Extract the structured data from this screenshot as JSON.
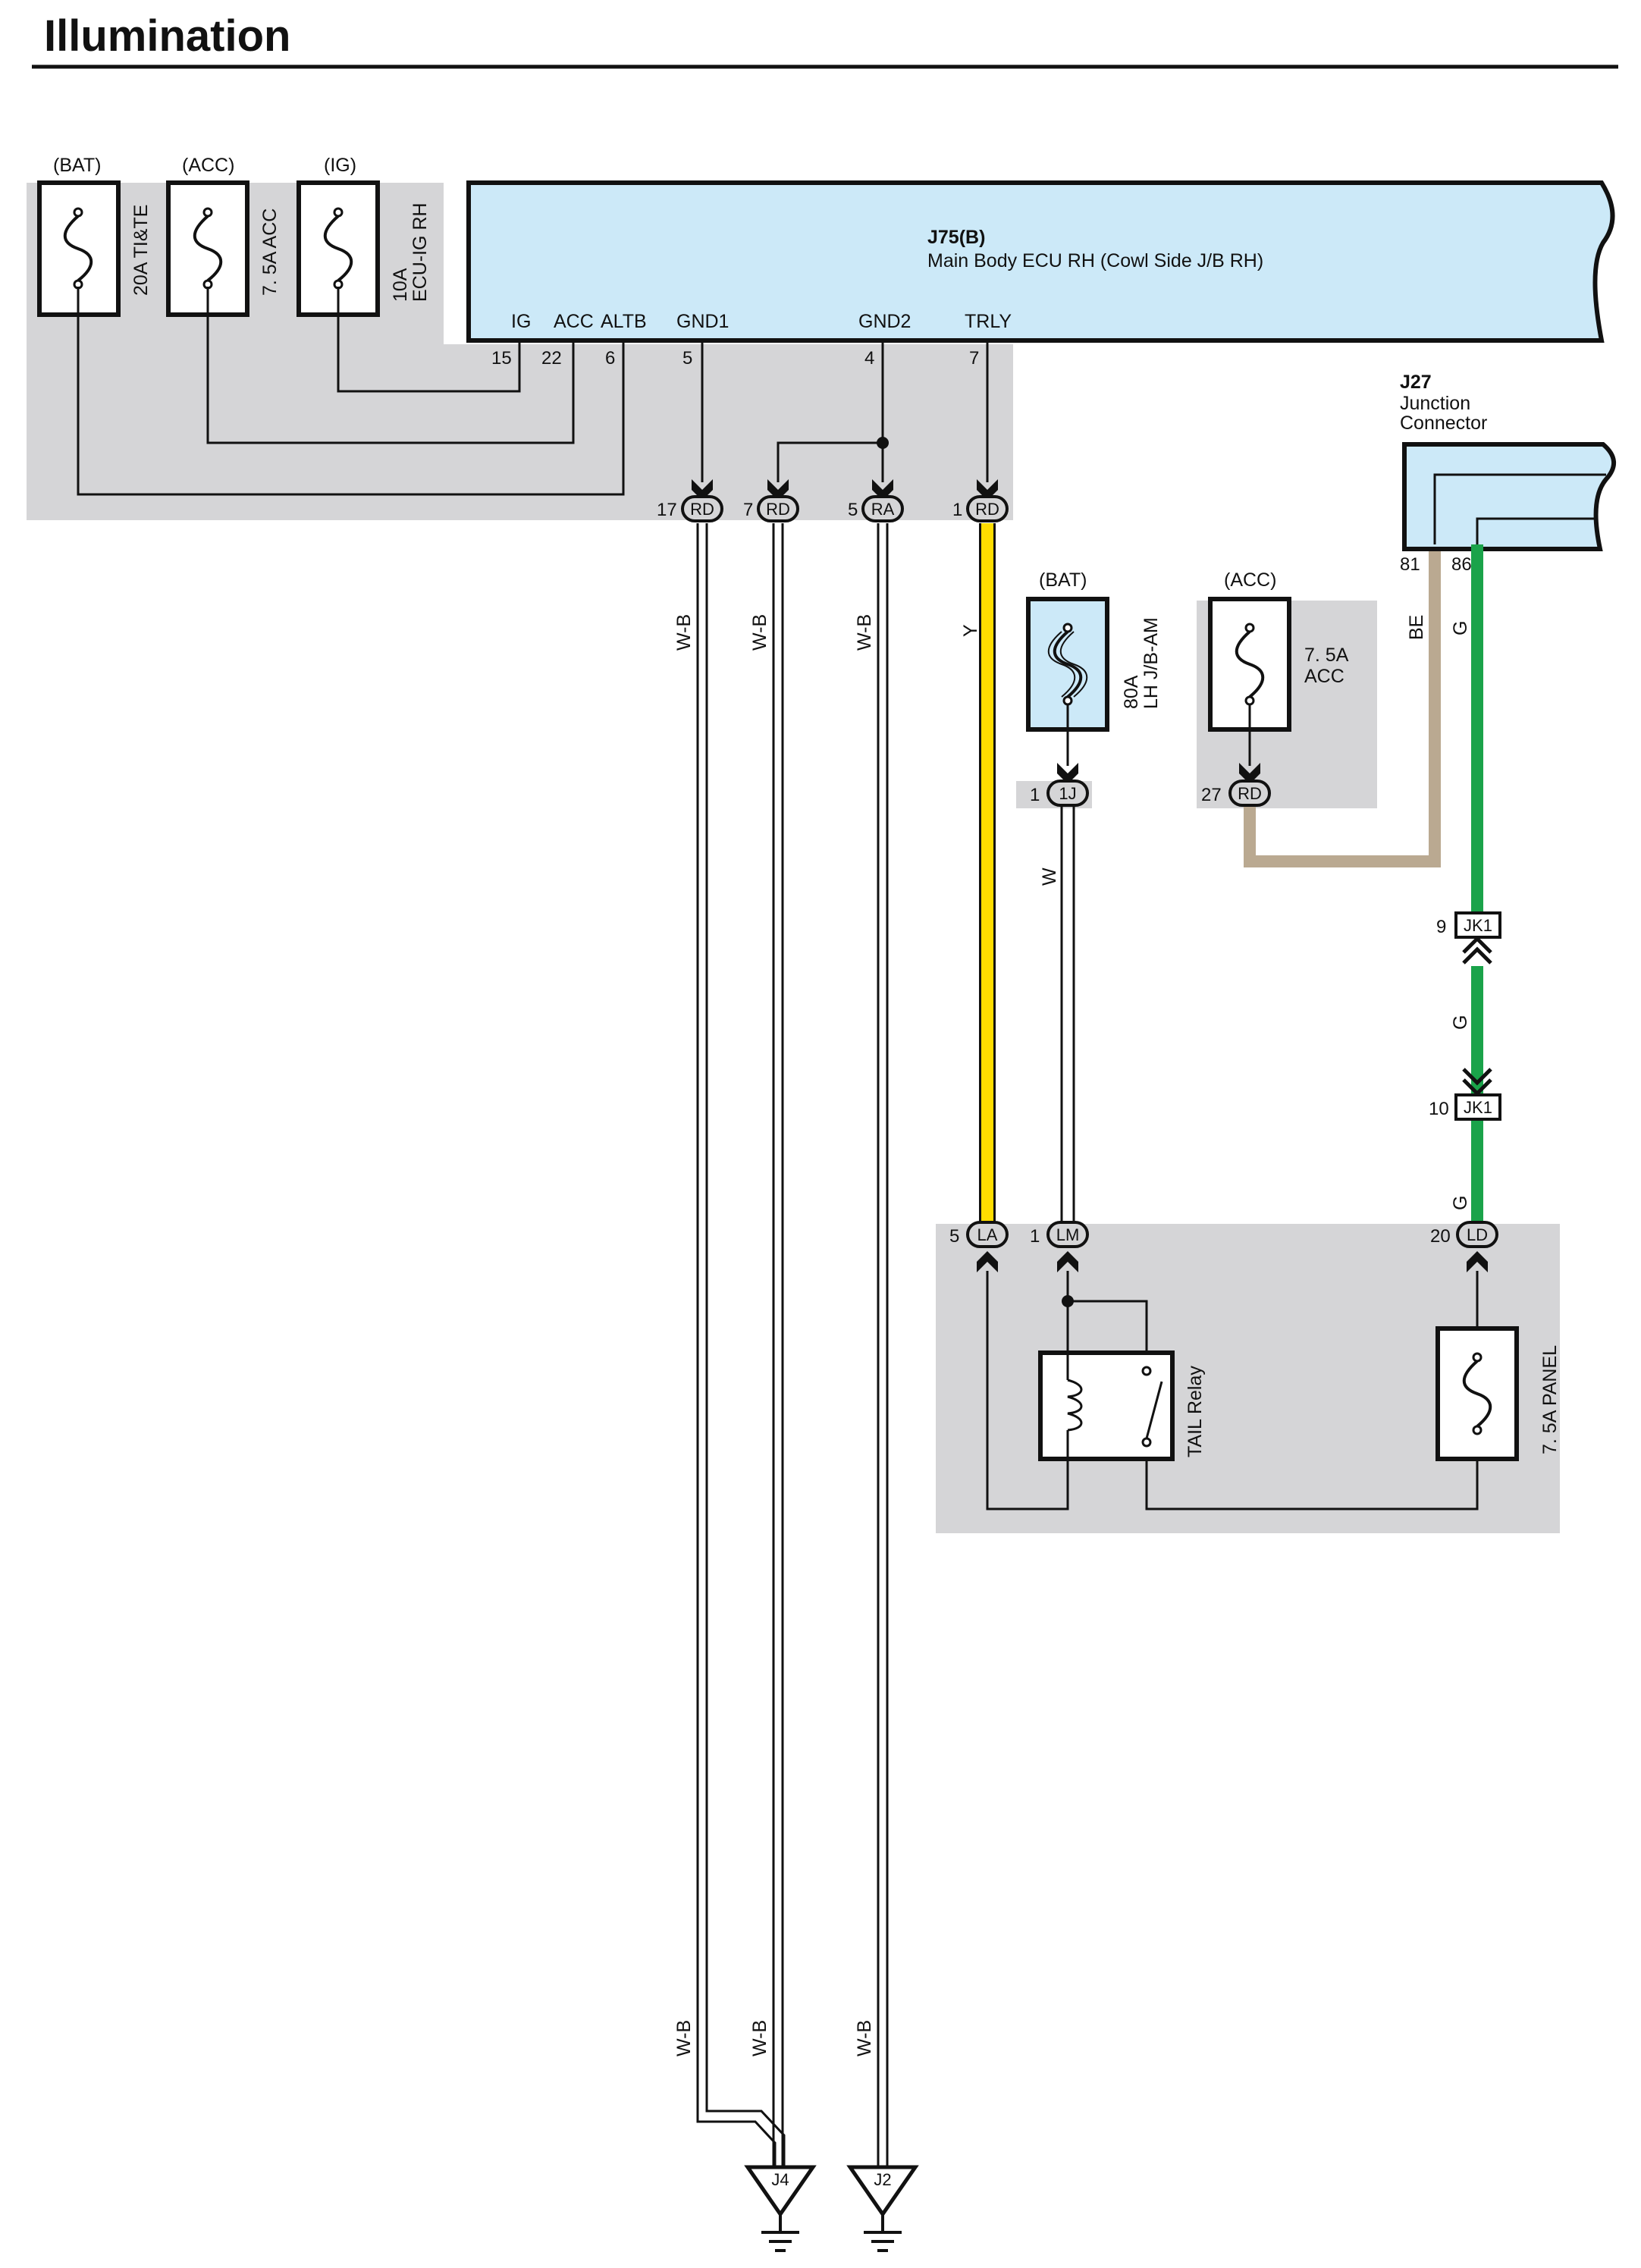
{
  "page": {
    "title": "Illumination"
  },
  "source_labels": {
    "bat_top": "(BAT)",
    "acc_top": "(ACC)",
    "ig_top": "(IG)",
    "bat_mid": "(BAT)",
    "acc_mid": "(ACC)"
  },
  "fuses": {
    "f1": "20A TI&TE",
    "f2": "7. 5A ACC",
    "f3a": "10A",
    "f3b": "ECU-IG RH",
    "f4a": "80A",
    "f4b": "LH J/B-AM",
    "f5a": "7. 5A",
    "f5b": "ACC",
    "f6": "7. 5A PANEL"
  },
  "ecu": {
    "id": "J75(B)",
    "name": "Main Body ECU RH (Cowl Side J/B RH)",
    "terminals": [
      "IG",
      "ACC",
      "ALTB",
      "GND1",
      "GND2",
      "TRLY"
    ],
    "pins": [
      "15",
      "22",
      "6",
      "5",
      "4",
      "7"
    ]
  },
  "junction": {
    "id": "J27",
    "line1": "Junction",
    "line2": "Connector",
    "pins": [
      "81",
      "86"
    ]
  },
  "connectors": {
    "rd17": {
      "pin": "17",
      "code": "RD"
    },
    "rd7": {
      "pin": "7",
      "code": "RD"
    },
    "ra5": {
      "pin": "5",
      "code": "RA"
    },
    "rd1": {
      "pin": "1",
      "code": "RD"
    },
    "j1": {
      "pin": "1",
      "code": "1J"
    },
    "rd27": {
      "pin": "27",
      "code": "RD"
    },
    "jk9": {
      "pin": "9",
      "code": "JK1"
    },
    "jk10": {
      "pin": "10",
      "code": "JK1"
    },
    "la5": {
      "pin": "5",
      "code": "LA"
    },
    "lm1": {
      "pin": "1",
      "code": "LM"
    },
    "ld20": {
      "pin": "20",
      "code": "LD"
    }
  },
  "wires": {
    "wb1": "W-B",
    "wb2": "W-B",
    "wb3": "W-B",
    "wb4": "W-B",
    "wb5": "W-B",
    "wb6": "W-B",
    "y": "Y",
    "w": "W",
    "be": "BE",
    "g1": "G",
    "g2": "G",
    "g3": "G"
  },
  "relay": {
    "label": "TAIL Relay"
  },
  "grounds": {
    "g4": "J4",
    "g2": "J2"
  },
  "colors": {
    "ecu_fill": "#cce9f8",
    "panel_gray": "#d5d5d7",
    "wire_yellow": "#ffdd00",
    "wire_green": "#1aa34a",
    "wire_beige": "#baa991",
    "line_black": "#111111"
  }
}
